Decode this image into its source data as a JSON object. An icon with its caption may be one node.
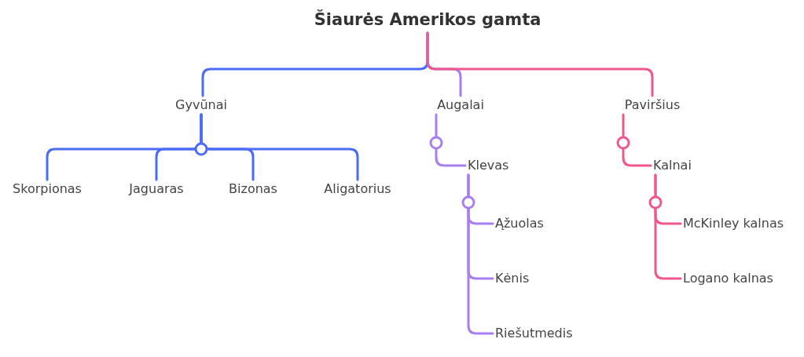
{
  "diagram": {
    "nodes": [
      {
        "text": [
          "Šiaurės Amerikos gamta"
        ]
      },
      {
        "text": [
          "Gyvūnai"
        ]
      },
      {
        "text": [
          "Augalai"
        ]
      },
      {
        "text": [
          "Paviršius"
        ]
      },
      {
        "text": [
          "Skorpionas"
        ]
      },
      {
        "text": [
          "Jaguaras"
        ]
      },
      {
        "text": [
          "Bizonas"
        ]
      },
      {
        "text": [
          "Aligatorius"
        ]
      },
      {
        "text": [
          "Klevas"
        ]
      },
      {
        "text": [
          "Ąžuolas"
        ]
      },
      {
        "text": [
          "Kėnis"
        ]
      },
      {
        "text": [
          "Riešutmedis"
        ]
      },
      {
        "text": [
          "Kalnai"
        ]
      },
      {
        "text": [
          "McKinley kalnas"
        ]
      },
      {
        "text": [
          "Logano kalnas"
        ]
      }
    ],
    "edges": [
      {
        "from": 0,
        "to": 1,
        "arrow": "none"
      },
      {
        "from": 0,
        "to": 2,
        "arrow": "none",
        "color": "#a77ff0"
      },
      {
        "from": 0,
        "to": 3,
        "arrow": "none",
        "color": "#f0578f"
      },
      {
        "from": 1,
        "to": 4,
        "arrow": "none"
      },
      {
        "from": 1,
        "to": 5,
        "arrow": "none"
      },
      {
        "from": 1,
        "to": 6,
        "arrow": "none"
      },
      {
        "from": 1,
        "to": 7,
        "arrow": "none"
      },
      {
        "from": 2,
        "to": 8,
        "arrow": "none",
        "color": "#a77ff0"
      },
      {
        "from": 8,
        "to": 9,
        "arrow": "none",
        "color": "#a77ff0"
      },
      {
        "from": 8,
        "to": 10,
        "arrow": "none",
        "color": "#a77ff0"
      },
      {
        "from": 8,
        "to": 11,
        "arrow": "none",
        "color": "#a77ff0"
      },
      {
        "from": 3,
        "to": 12,
        "arrow": "none",
        "color": "#f0578f"
      },
      {
        "from": 12,
        "to": 13,
        "arrow": "none",
        "color": "#f0578f"
      },
      {
        "from": 12,
        "to": 14,
        "arrow": "none",
        "color": "#f0578f"
      }
    ]
  }
}
